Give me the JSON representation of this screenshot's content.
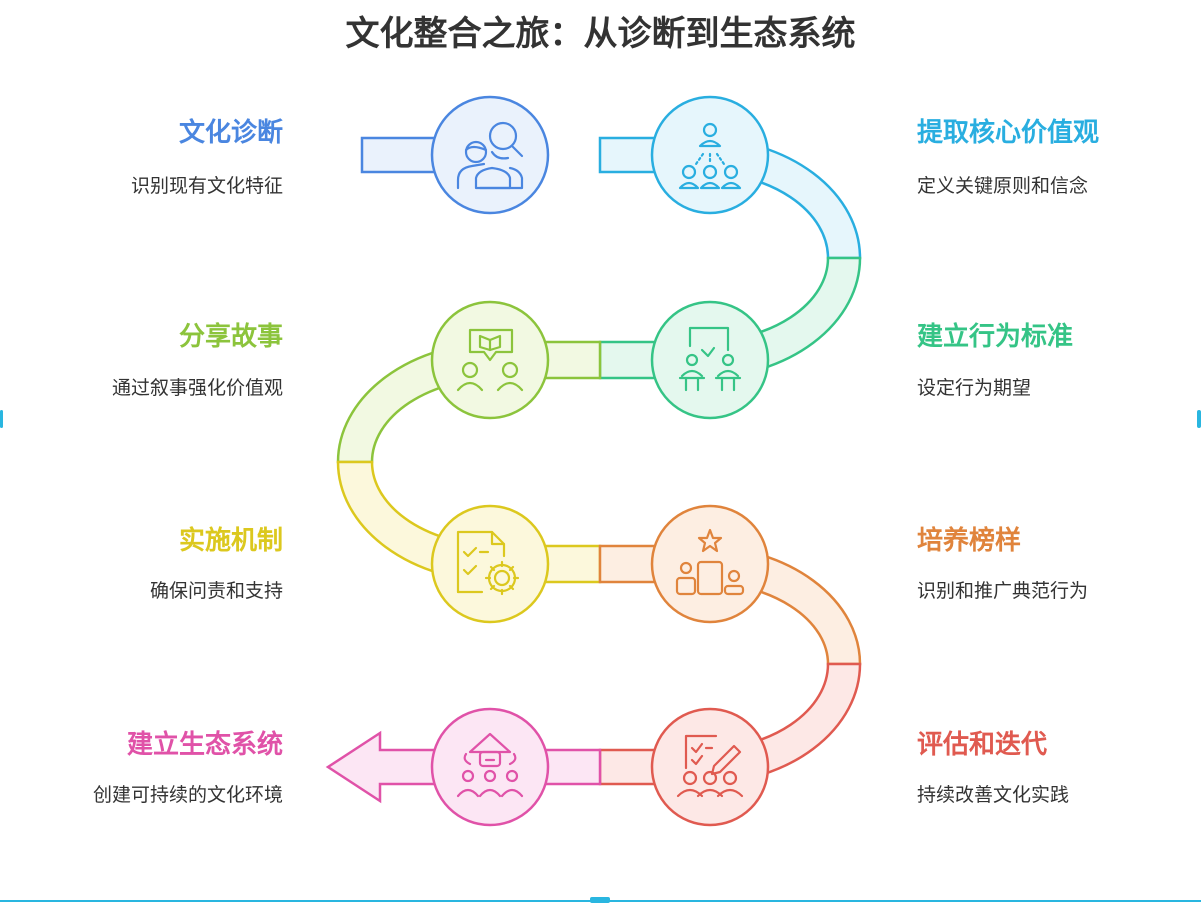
{
  "title": "文化整合之旅：从诊断到生态系统",
  "colors": {
    "blue": "#4a86e0",
    "cyan": "#29aee0",
    "green": "#35c486",
    "lime": "#8cc43c",
    "yellow": "#dcc81e",
    "orange": "#e0843c",
    "red": "#e05a50",
    "pink": "#e052a8"
  },
  "steps": [
    {
      "title": "文化诊断",
      "desc": "识别现有文化特征",
      "side": "left",
      "color": "#4a86e0",
      "icon": "user-search-icon"
    },
    {
      "title": "提取核心价值观",
      "desc": "定义关键原则和信念",
      "side": "right",
      "color": "#29aee0",
      "icon": "people-hierarchy-icon"
    },
    {
      "title": "建立行为标准",
      "desc": "设定行为期望",
      "side": "right",
      "color": "#35c486",
      "icon": "presentation-icon"
    },
    {
      "title": "分享故事",
      "desc": "通过叙事强化价值观",
      "side": "left",
      "color": "#8cc43c",
      "icon": "storytelling-icon"
    },
    {
      "title": "实施机制",
      "desc": "确保问责和支持",
      "side": "left",
      "color": "#dcc81e",
      "icon": "checklist-gear-icon"
    },
    {
      "title": "培养榜样",
      "desc": "识别和推广典范行为",
      "side": "right",
      "color": "#e0843c",
      "icon": "podium-star-icon"
    },
    {
      "title": "评估和迭代",
      "desc": "持续改善文化实践",
      "side": "right",
      "color": "#e05a50",
      "icon": "evaluation-icon"
    },
    {
      "title": "建立生态系统",
      "desc": "创建可持续的文化环境",
      "side": "left",
      "color": "#e052a8",
      "icon": "community-icon"
    }
  ]
}
